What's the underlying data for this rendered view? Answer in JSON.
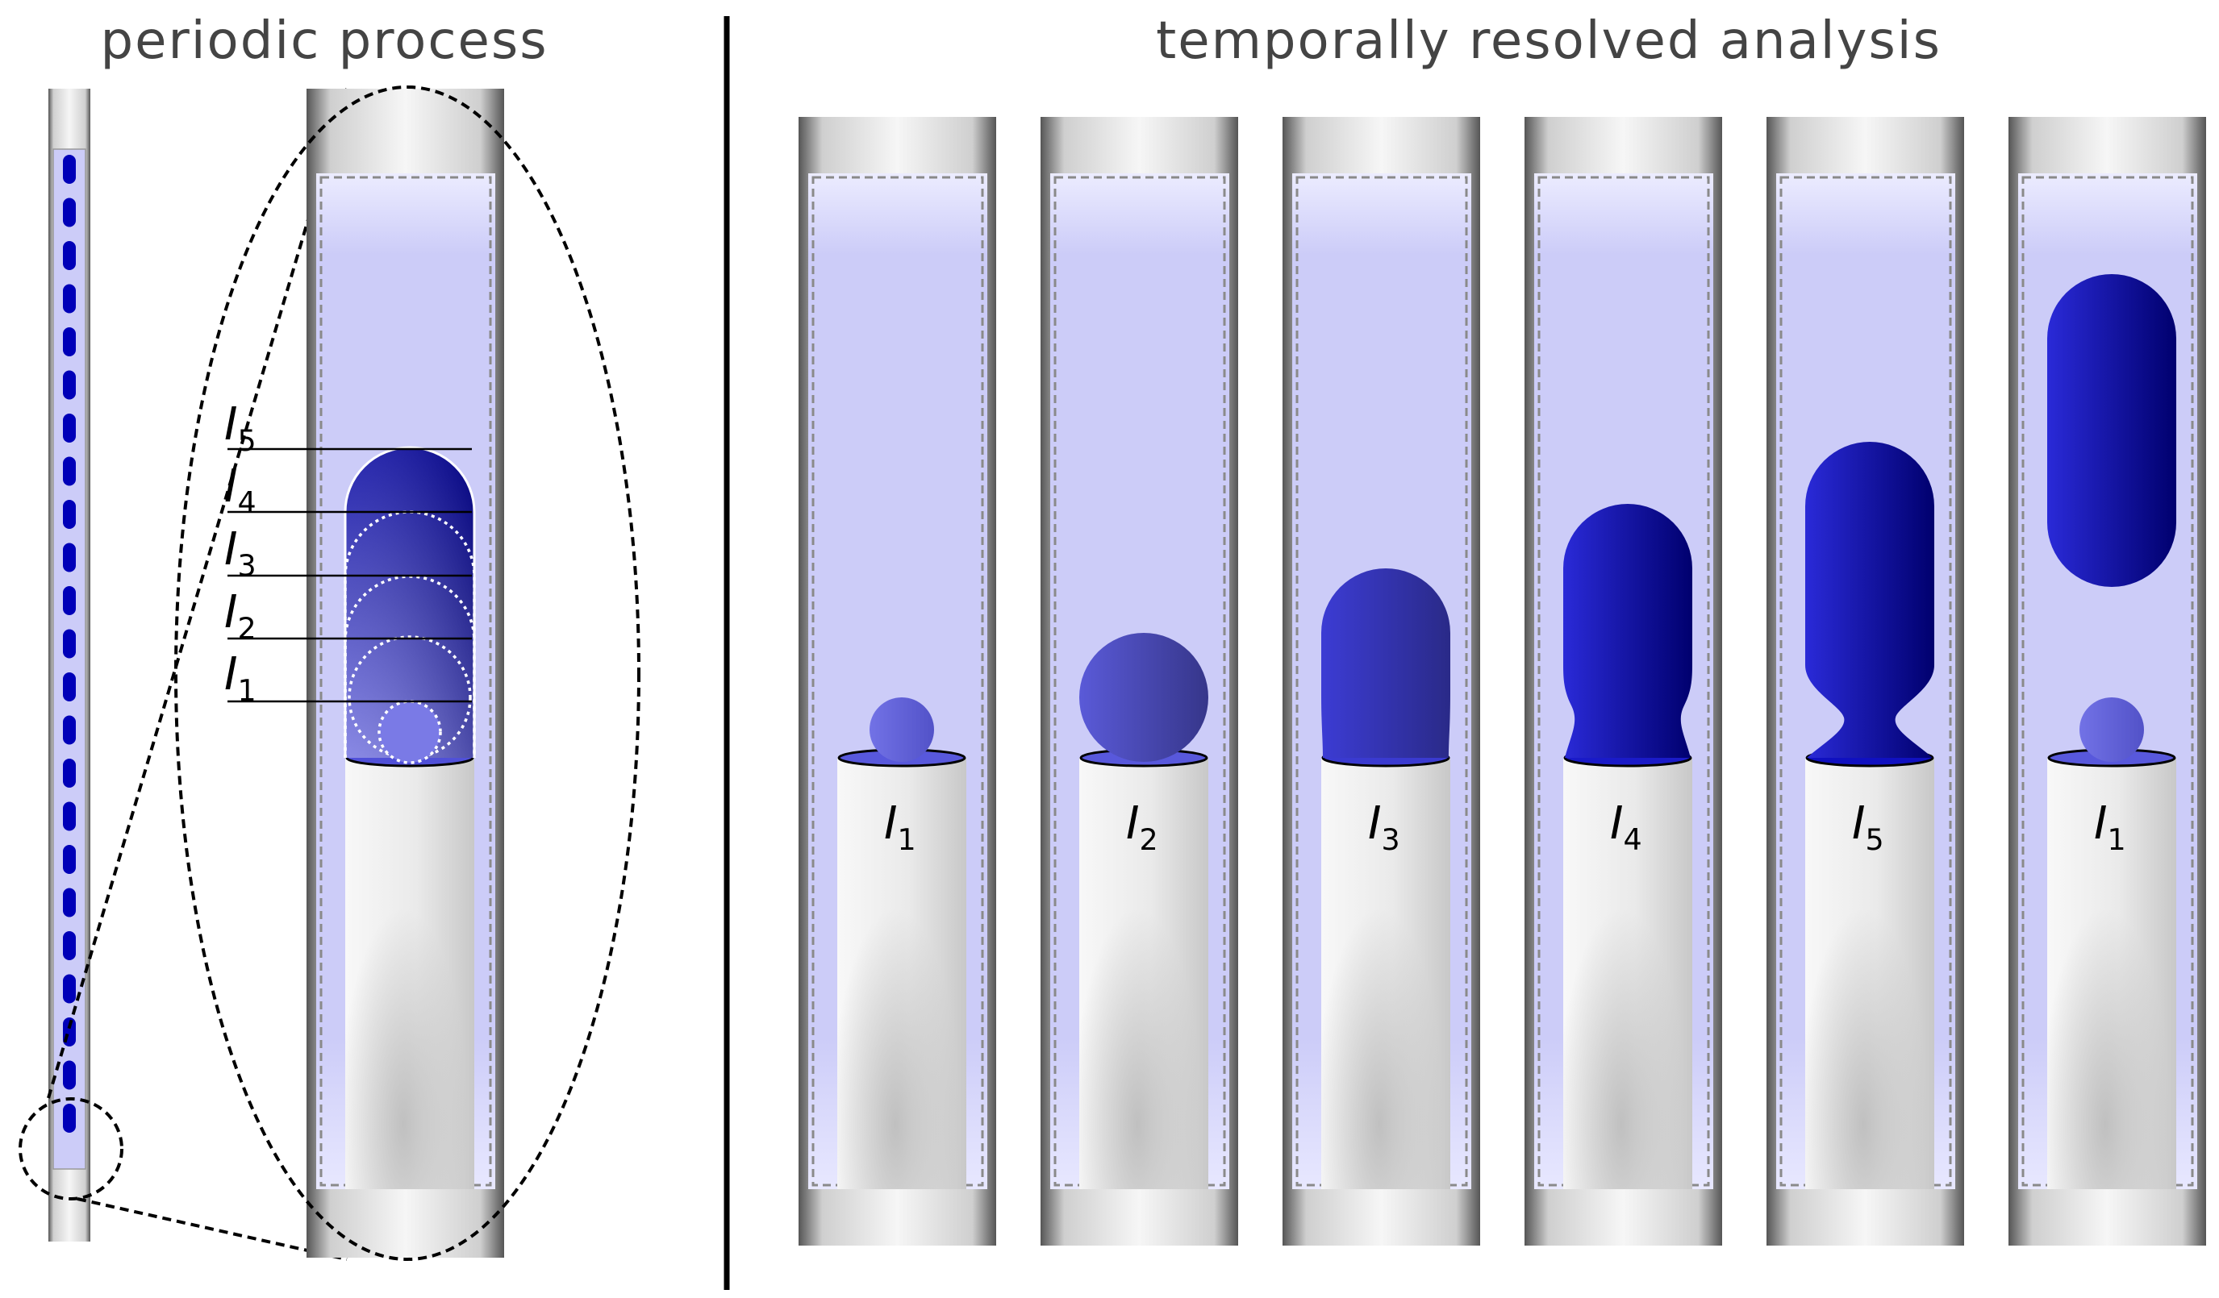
{
  "titles": {
    "left": "periodic process",
    "right": "temporally resolved analysis"
  },
  "level_labels": [
    {
      "letter": "I",
      "sub": "5"
    },
    {
      "letter": "I",
      "sub": "4"
    },
    {
      "letter": "I",
      "sub": "3"
    },
    {
      "letter": "I",
      "sub": "2"
    },
    {
      "letter": "I",
      "sub": "1"
    }
  ],
  "frame_labels": [
    {
      "letter": "I",
      "sub": "1"
    },
    {
      "letter": "I",
      "sub": "2"
    },
    {
      "letter": "I",
      "sub": "3"
    },
    {
      "letter": "I",
      "sub": "4"
    },
    {
      "letter": "I",
      "sub": "5"
    },
    {
      "letter": "I",
      "sub": "1"
    }
  ],
  "colors": {
    "liquid": "#ccccf8",
    "bubble_dark": "#00008a",
    "bubble_mid": "#2222cc",
    "bubble_light": "#6a6ade",
    "nozzle": "#e8e8e8",
    "outline": "#000000"
  }
}
